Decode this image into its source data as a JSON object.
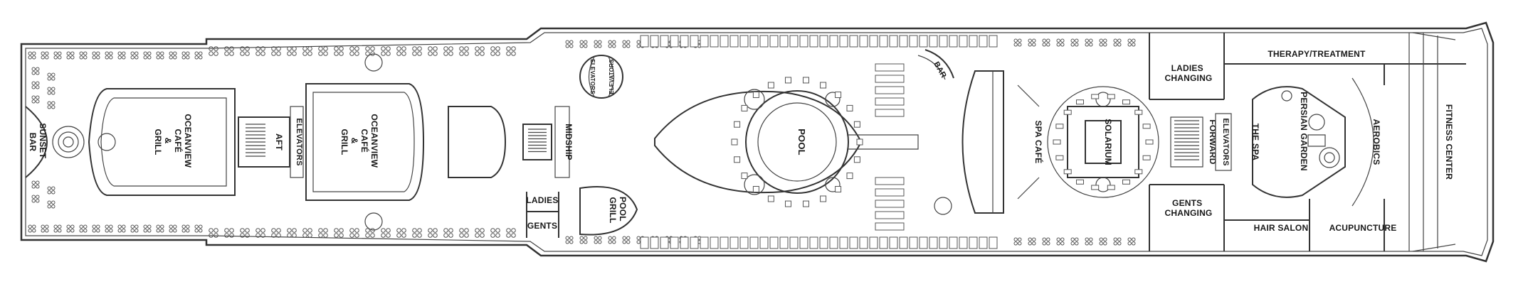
{
  "deck_labels": {
    "sunset_bar": [
      "SUNSET",
      "BAR"
    ],
    "oceanview_cafe_aft": [
      "OCEANVIEW",
      "CAFÉ",
      "&",
      "GRILL"
    ],
    "aft": "AFT",
    "elevators_aft": "ELEVATORS",
    "oceanview_cafe_mid": [
      "OCEANVIEW",
      "CAFÉ",
      "&",
      "GRILL"
    ],
    "midship": "MIDSHIP",
    "elevators_midship": [
      "ELEVATORS",
      "ELEVATORS"
    ],
    "ladies": "LADIES",
    "gents": "GENTS",
    "pool_grill": [
      "POOL",
      "GRILL"
    ],
    "pool": "POOL",
    "bar": "BAR",
    "spa_cafe": "SPA CAFÉ",
    "solarium": "SOLARIUM",
    "ladies_changing": [
      "LADIES",
      "CHANGING"
    ],
    "gents_changing": [
      "GENTS",
      "CHANGING"
    ],
    "forward": "FORWARD",
    "elevators_forward": "ELEVATORS",
    "the_spa": "THE SPA",
    "persian_garden": "PERSIAN GARDEN",
    "therapy_treatment": "THERAPY/TREATMENT",
    "hair_salon": "HAIR SALON",
    "aerobics": "AEROBICS",
    "acupuncture": "ACUPUNCTURE",
    "fitness_center": "FITNESS CENTER"
  },
  "colors": {
    "line": "#333333",
    "text": "#1a1a1a",
    "background": "#ffffff"
  }
}
